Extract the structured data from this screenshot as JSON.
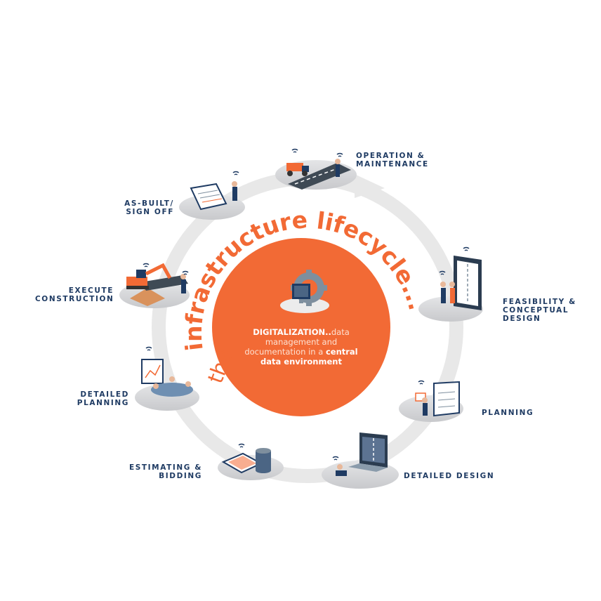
{
  "title": {
    "prefix": "the",
    "main": "infrastructure lifecycle..."
  },
  "center": {
    "highlight": "DIGITALIZATION..",
    "text1": "data management and documentation in a",
    "highlight2": "central data environment"
  },
  "stages": {
    "operation": [
      "OPERATION &",
      "MAINTENANCE"
    ],
    "feasibility": [
      "FEASIBILITY &",
      "CONCEPTUAL",
      "DESIGN"
    ],
    "planning": [
      "PLANNING"
    ],
    "detailed_design": [
      "DETAILED DESIGN"
    ],
    "estimating": [
      "ESTIMATING &",
      "BIDDING"
    ],
    "detailed_planning": [
      "DETAILED",
      "PLANNING"
    ],
    "execute": [
      "EXECUTE",
      "CONSTRUCTION"
    ],
    "asbuilt": [
      "AS-BUILT/",
      "SIGN OFF"
    ]
  },
  "colors": {
    "accent": "#f26a35",
    "navy": "#1f3b63",
    "ring": "#e6e6e6",
    "platform": "#d3d4d6"
  },
  "icons": [
    "wifi-icon",
    "gear-icon",
    "monitor-icon",
    "coin-stack-icon",
    "calendar-icon",
    "excavator-icon",
    "laptop-icon",
    "tablet-icon",
    "clipboard-icon",
    "calculator-icon",
    "truck-icon"
  ]
}
